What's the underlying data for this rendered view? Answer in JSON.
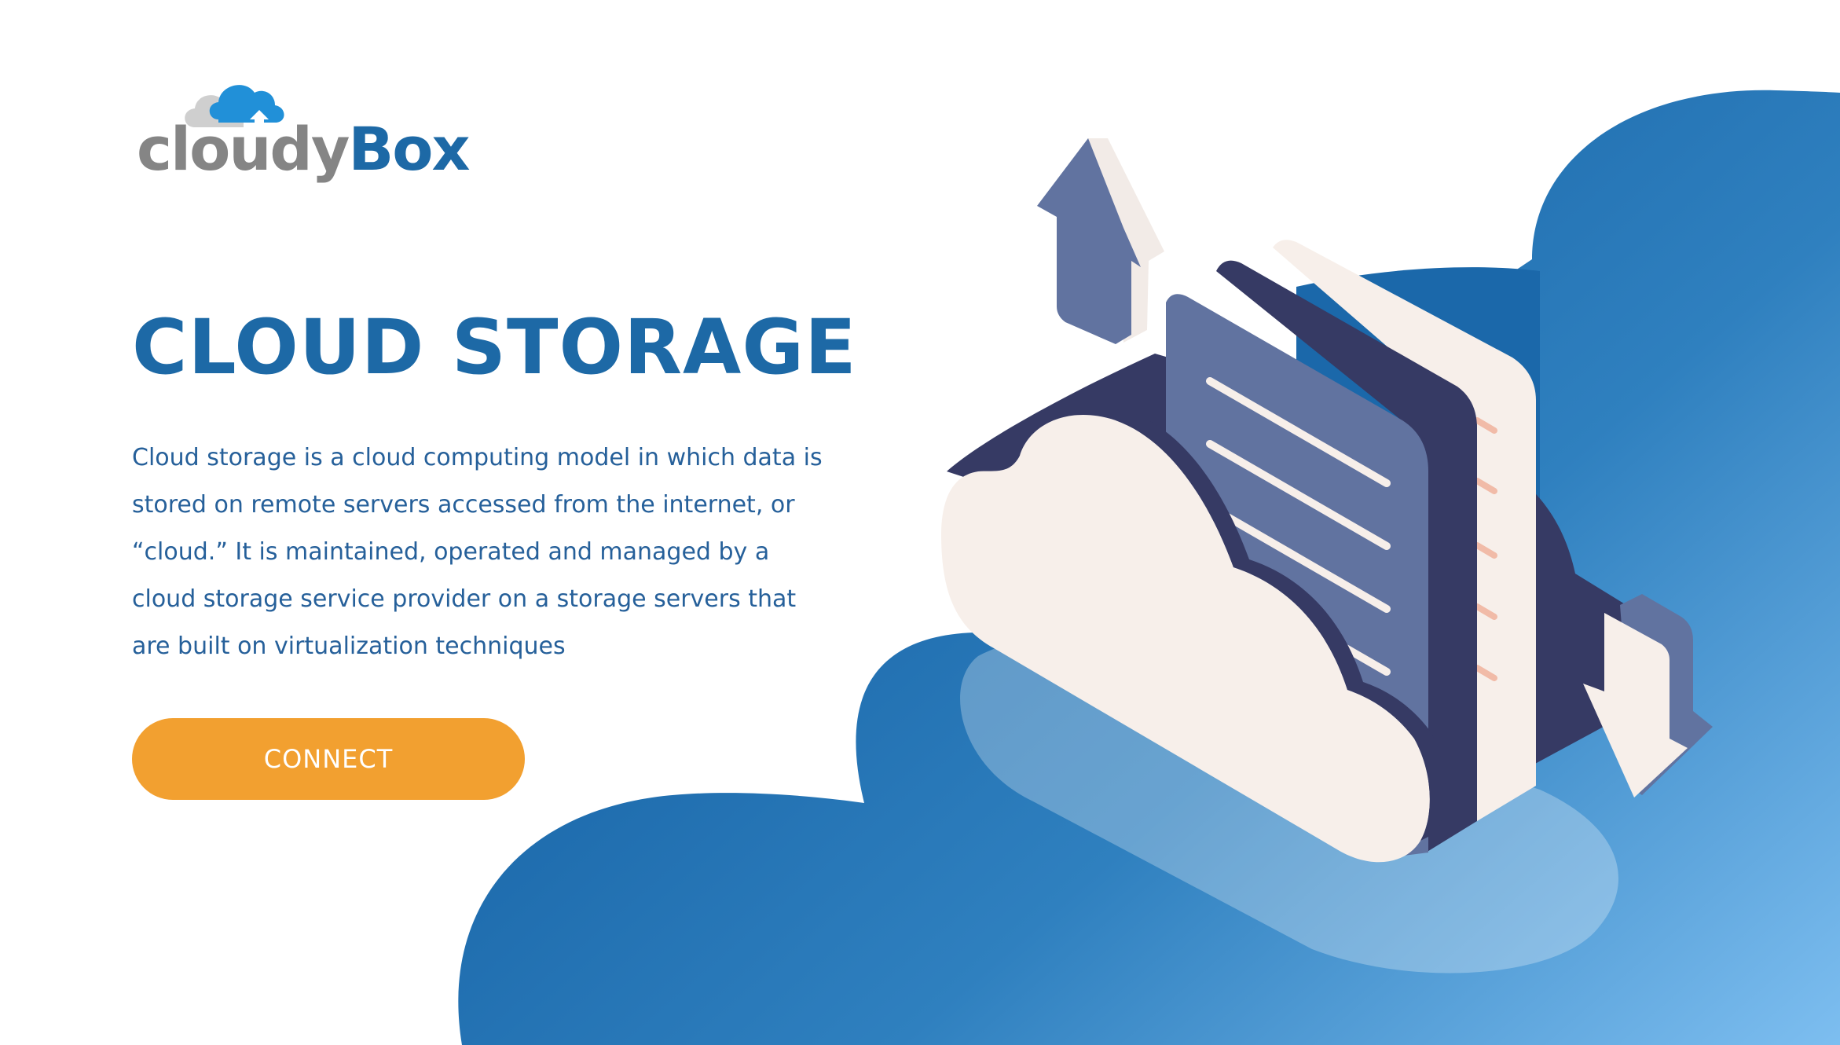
{
  "brand": {
    "name_part1": "cloudy",
    "name_part2": "Box"
  },
  "hero": {
    "title": "CLOUD STORAGE",
    "description": "Cloud storage is a cloud computing model in which data is stored on remote servers accessed from the internet, or “cloud.” It is maintained, operated and managed by a cloud storage service provider on a storage servers that are built on virtualization techniques",
    "cta_label": "CONNECT"
  },
  "colors": {
    "brand_blue": "#1d69a6",
    "brand_gray": "#858585",
    "accent_orange": "#f2a030",
    "navy": "#363a64",
    "slate_blue": "#6173a0",
    "cream": "#f7efea"
  },
  "icons": {
    "logo": "cloud-upload-icon",
    "illustration": "cloud-storage-illustration",
    "upload": "upload-arrow-icon",
    "download": "download-arrow-icon"
  }
}
